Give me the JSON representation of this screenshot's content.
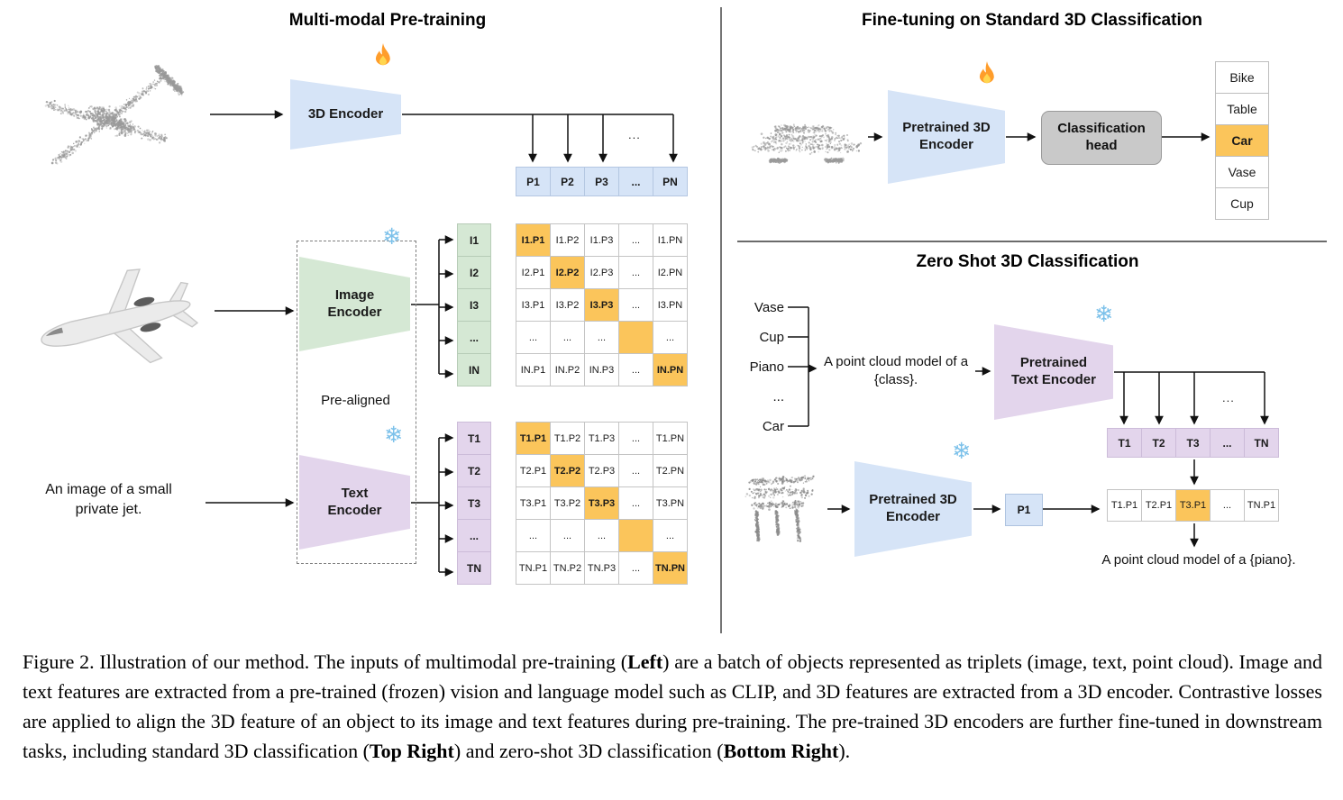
{
  "colors": {
    "highlight": "#FBC55B",
    "blue_cell": "#D6E4F7",
    "green_cell": "#D5E8D4",
    "purple_cell": "#E3D5EC",
    "head_gray": "#C9C9C9"
  },
  "icons": {
    "snowflake": "❄",
    "fire": "flame"
  },
  "left": {
    "title": "Multi-modal Pre-training",
    "encoder_3d_label": "3D Encoder",
    "image_encoder_label": "Image Encoder",
    "text_encoder_label": "Text Encoder",
    "pre_aligned_label": "Pre-aligned",
    "input_text": "An image of a small private jet.",
    "fanout_ellipsis": "...",
    "p_headers": [
      "P1",
      "P2",
      "P3",
      "...",
      "PN"
    ],
    "i_row_labels": [
      "I1",
      "I2",
      "I3",
      "...",
      "IN"
    ],
    "t_row_labels": [
      "T1",
      "T2",
      "T3",
      "...",
      "TN"
    ],
    "i_matrix": [
      [
        "I1.P1",
        "I1.P2",
        "I1.P3",
        "...",
        "I1.PN"
      ],
      [
        "I2.P1",
        "I2.P2",
        "I2.P3",
        "...",
        "I2.PN"
      ],
      [
        "I3.P1",
        "I3.P2",
        "I3.P3",
        "...",
        "I3.PN"
      ],
      [
        "...",
        "...",
        "...",
        "",
        "..."
      ],
      [
        "IN.P1",
        "IN.P2",
        "IN.P3",
        "...",
        "IN.PN"
      ]
    ],
    "t_matrix": [
      [
        "T1.P1",
        "T1.P2",
        "T1.P3",
        "...",
        "T1.PN"
      ],
      [
        "T2.P1",
        "T2.P2",
        "T2.P3",
        "...",
        "T2.PN"
      ],
      [
        "T3.P1",
        "T3.P2",
        "T3.P3",
        "...",
        "T3.PN"
      ],
      [
        "...",
        "...",
        "...",
        "",
        "..."
      ],
      [
        "TN.P1",
        "TN.P2",
        "TN.P3",
        "...",
        "TN.PN"
      ]
    ]
  },
  "top_right": {
    "title": "Fine-tuning on Standard 3D Classification",
    "encoder_label": "Pretrained 3D Encoder",
    "head_label": "Classification head",
    "classes": [
      "Bike",
      "Table",
      "Car",
      "Vase",
      "Cup"
    ],
    "highlighted_class": "Car"
  },
  "bottom_right": {
    "title": "Zero Shot 3D Classification",
    "class_list": [
      "Vase",
      "Cup",
      "Piano",
      "...",
      "Car"
    ],
    "prompt_text": "A point cloud model of a {class}.",
    "text_encoder_label": "Pretrained Text Encoder",
    "encoder_label": "Pretrained 3D Encoder",
    "t_headers": [
      "T1",
      "T2",
      "T3",
      "...",
      "TN"
    ],
    "fanout_ellipsis": "...",
    "p1_label": "P1",
    "result_row": [
      "T1.P1",
      "T2.P1",
      "T3.P1",
      "...",
      "TN.P1"
    ],
    "highlight_index": 2,
    "result_text": "A point cloud model of a {piano}."
  },
  "caption": {
    "segments": [
      {
        "text": "Figure 2. Illustration of our method. The inputs of multimodal pre-training (",
        "bold": false
      },
      {
        "text": "Left",
        "bold": true
      },
      {
        "text": ") are a batch of objects represented as triplets (image, text, point cloud). Image and text features are extracted from a pre-trained (frozen) vision and language model such as CLIP, and 3D features are extracted from a 3D encoder. Contrastive losses are applied to align the 3D feature of an object to its image and text features during pre-training. The pre-trained 3D encoders are further fine-tuned in downstream tasks, including standard 3D classification (",
        "bold": false
      },
      {
        "text": "Top Right",
        "bold": true
      },
      {
        "text": ") and zero-shot 3D classification (",
        "bold": false
      },
      {
        "text": "Bottom Right",
        "bold": true
      },
      {
        "text": ").",
        "bold": false
      }
    ]
  }
}
